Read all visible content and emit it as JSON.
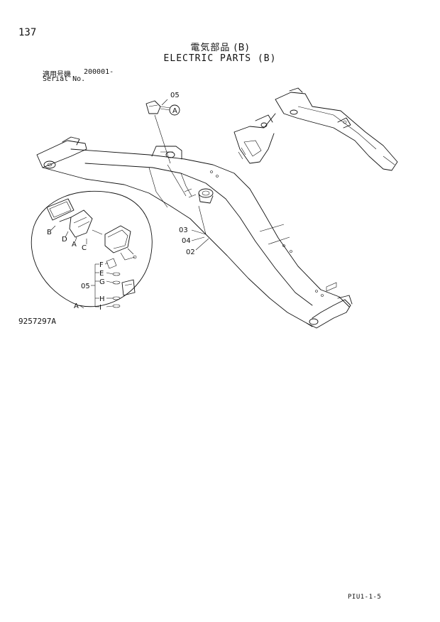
{
  "page_number": "137",
  "title_jp": "電気部品 (B)",
  "title_en": "ELECTRIC PARTS (B)",
  "serial_label_jp": "適用号機",
  "serial_value": "200001-",
  "serial_label_en": "Serial No.",
  "drawing_number": "9257297A",
  "page_code": "PIU1-1-5",
  "callouts": {
    "p05_top": "05",
    "p03": "03",
    "p04": "04",
    "p02": "02",
    "p05_detail": "05",
    "ref_A": "A",
    "detail_A_label": "A",
    "B": "B",
    "D": "D",
    "A_part": "A",
    "C": "C",
    "F": "F",
    "E": "E",
    "G": "G",
    "H": "H",
    "I": "I"
  }
}
